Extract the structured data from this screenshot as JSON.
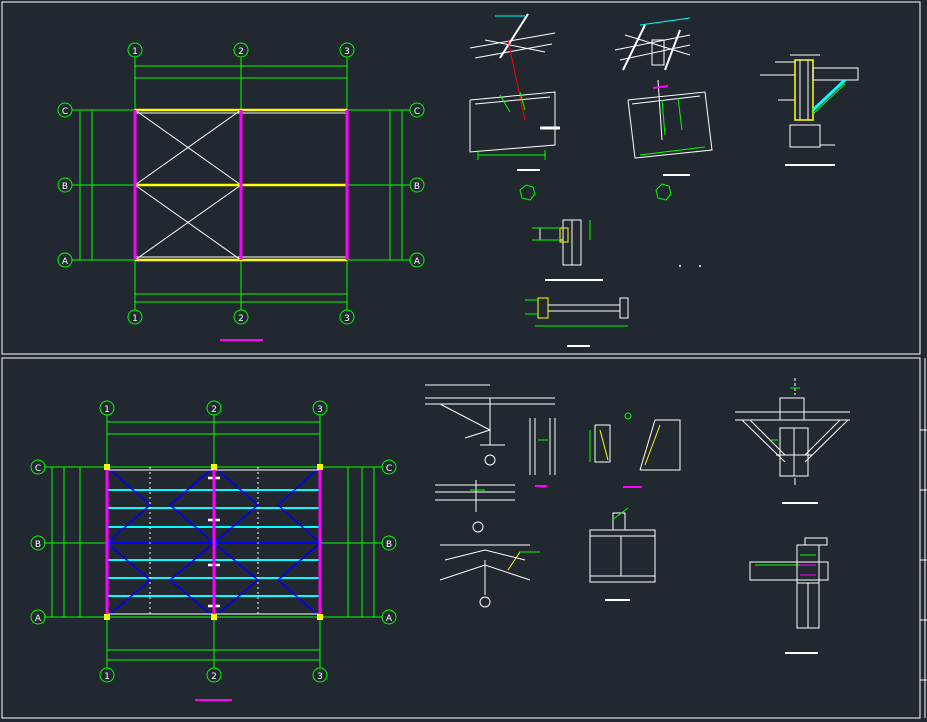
{
  "theme": {
    "background": "#212830",
    "green": "#00ff00",
    "white": "#ffffff",
    "yellow": "#ffff00",
    "magenta": "#ff00ff",
    "cyan": "#00ffff",
    "blue": "#0000ff",
    "red": "#ff0000"
  },
  "plan_top": {
    "columns": [
      "1",
      "2",
      "3"
    ],
    "rows": [
      "C",
      "B",
      "A"
    ]
  },
  "plan_bottom": {
    "columns": [
      "1",
      "2",
      "3"
    ],
    "rows": [
      "C",
      "B",
      "A"
    ]
  }
}
